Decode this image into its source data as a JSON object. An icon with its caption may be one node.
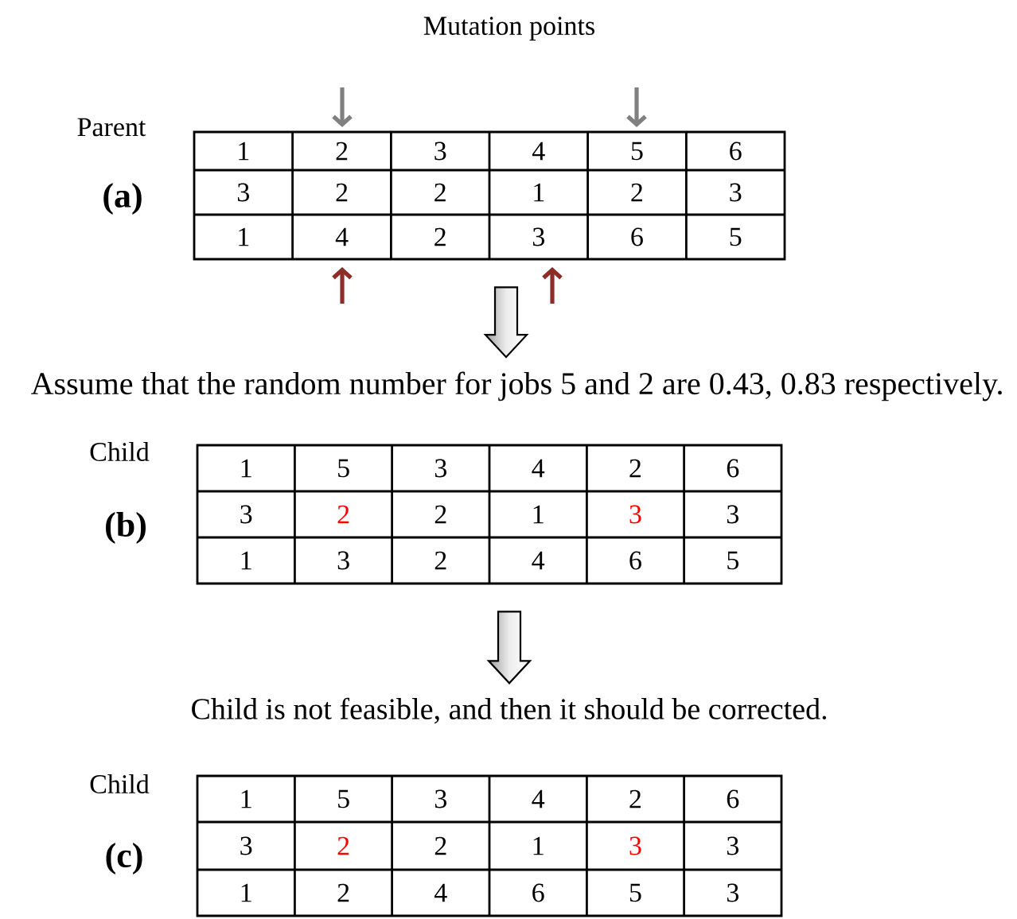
{
  "diagram": {
    "nodes": [
      {
        "text": [
          "1",
          "2",
          "3",
          "4",
          "5",
          "6",
          "3",
          "2",
          "2",
          "1",
          "2",
          "3",
          "1",
          "4",
          "2",
          "3",
          "6",
          "5"
        ],
        "beside": [
          "Parent",
          "(a)"
        ]
      },
      {
        "text": [
          "Assume that the random number for jobs 5 and 2 are 0.43, 0.83 respectively."
        ]
      },
      {
        "text": [
          "1",
          "5",
          "3",
          "4",
          "2",
          "6",
          "3",
          "2",
          "2",
          "1",
          "3",
          "3",
          "1",
          "3",
          "2",
          "4",
          "6",
          "5"
        ],
        "beside": [
          "Child",
          "(b)"
        ]
      },
      {
        "text": [
          "Child is not feasible, and then it should be corrected."
        ]
      },
      {
        "text": [
          "1",
          "5",
          "3",
          "4",
          "2",
          "6",
          "3",
          "2",
          "2",
          "1",
          "3",
          "3",
          "1",
          "2",
          "4",
          "6",
          "5",
          "3"
        ],
        "beside": [
          "Child",
          "(c)"
        ]
      }
    ],
    "edges": [
      {
        "from": 0,
        "to": 1,
        "arrow": "to"
      },
      {
        "from": 2,
        "to": 3,
        "arrow": "to"
      }
    ],
    "labels": [
      "Mutation points"
    ]
  }
}
